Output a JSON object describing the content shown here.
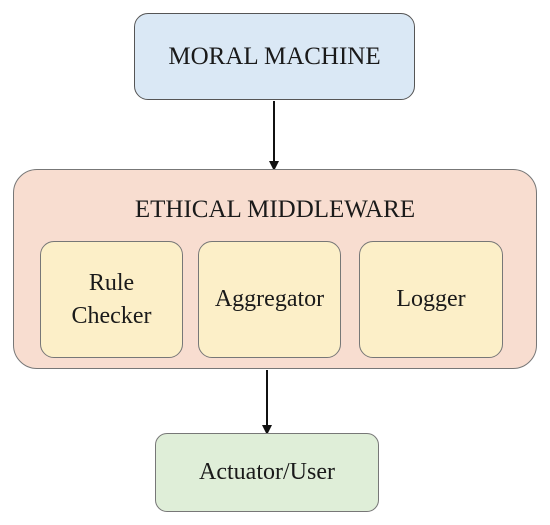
{
  "nodes": {
    "source": {
      "label": "MORAL MACHINE",
      "color": "#dae8f5"
    },
    "middleware": {
      "title": "ETHICAL MIDDLEWARE",
      "color": "#f8ddd0",
      "components": [
        {
          "label": "Rule\nChecker",
          "color": "#fcefc8"
        },
        {
          "label": "Aggregator",
          "color": "#fcefc8"
        },
        {
          "label": "Logger",
          "color": "#fcefc8"
        }
      ]
    },
    "target": {
      "label": "Actuator/User",
      "color": "#dfeed8"
    }
  },
  "edges": [
    {
      "from": "MORAL MACHINE",
      "to": "ETHICAL MIDDLEWARE"
    },
    {
      "from": "ETHICAL MIDDLEWARE",
      "to": "Actuator/User"
    }
  ]
}
